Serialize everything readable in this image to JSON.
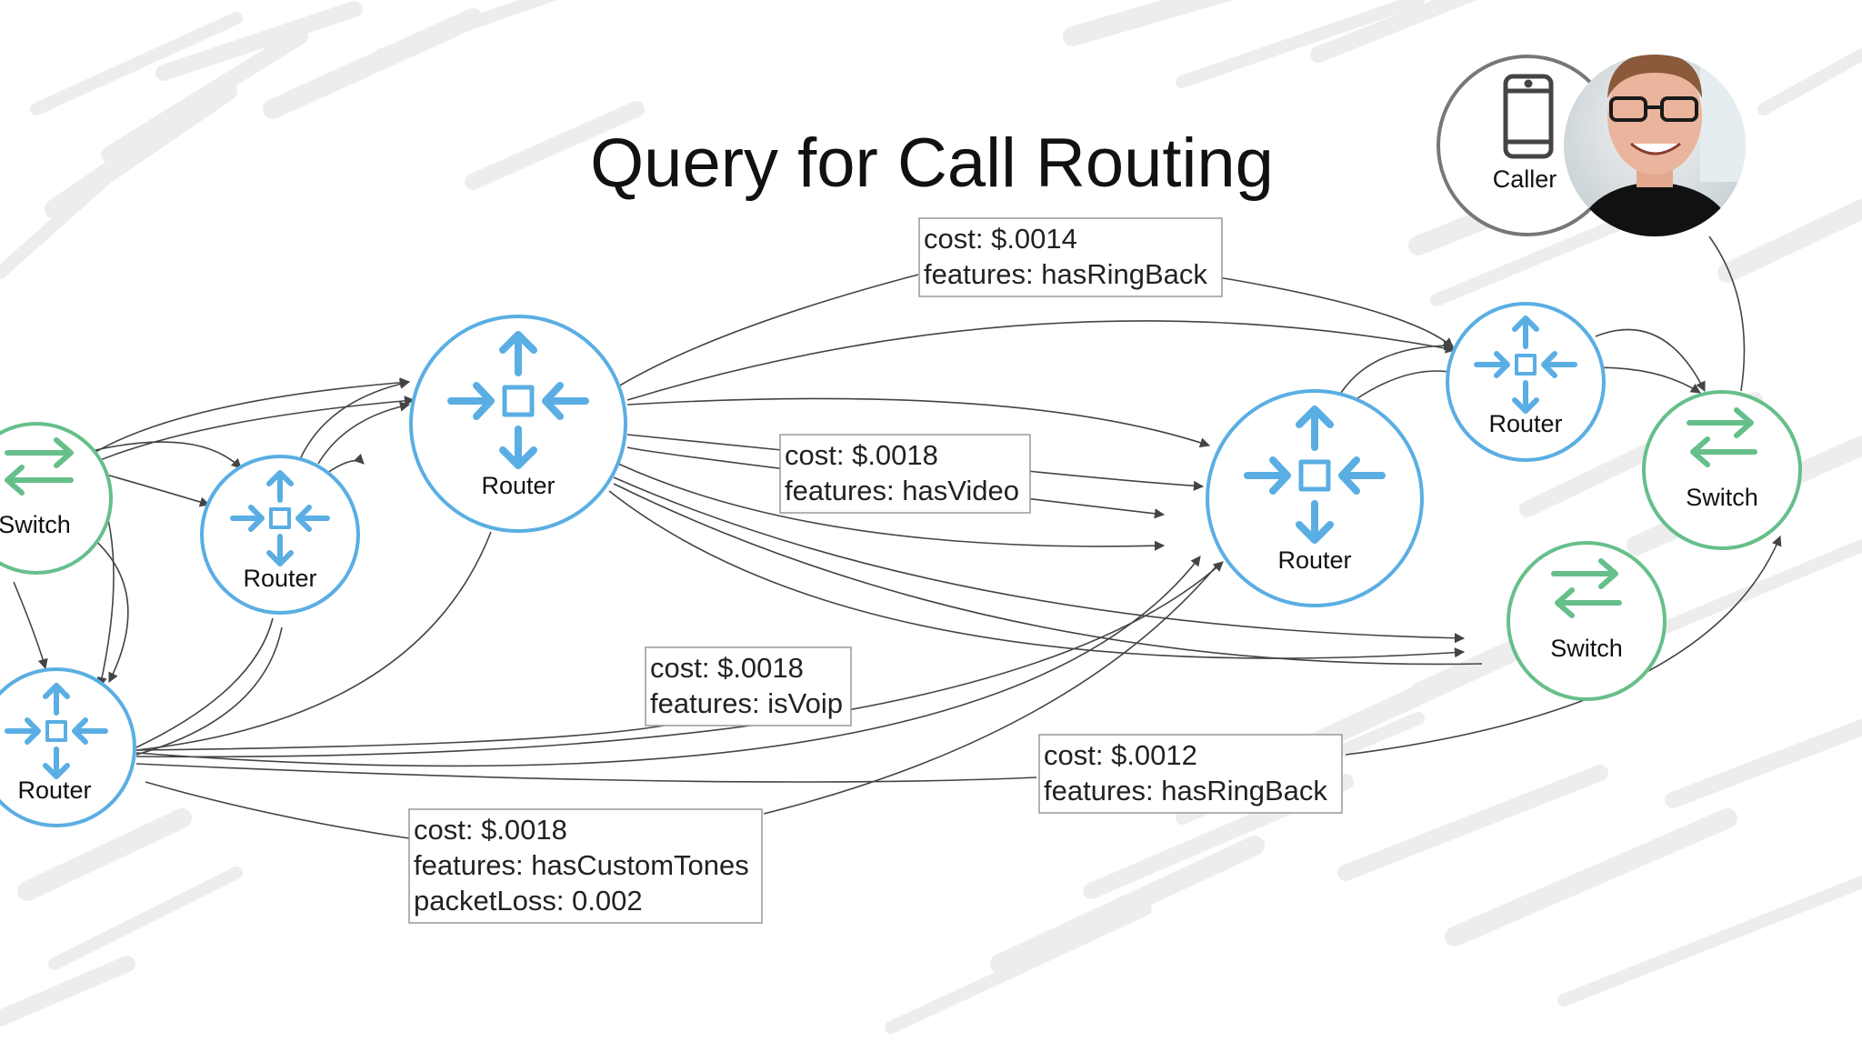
{
  "slide": {
    "title": "Query for Call Routing"
  },
  "colors": {
    "router": "#5aaee3",
    "switch": "#66bf8a",
    "caller": "#777777",
    "edge": "#444444",
    "stripes": "#ececec"
  },
  "caller": {
    "label": "Caller",
    "icon": "smartphone-icon"
  },
  "presenter": {
    "icon": "presenter-avatar"
  },
  "nodes": {
    "switch_left": {
      "label": "Switch"
    },
    "router_small_left": {
      "label": "Router"
    },
    "router_bottom_left": {
      "label": "Router"
    },
    "router_big_center": {
      "label": "Router"
    },
    "router_big_right": {
      "label": "Router"
    },
    "router_small_right": {
      "label": "Router"
    },
    "switch_right_top": {
      "label": "Switch"
    },
    "switch_right_bottom": {
      "label": "Switch"
    }
  },
  "edge_labels": [
    {
      "lines": [
        "cost: $.0014",
        "features: hasRingBack"
      ]
    },
    {
      "lines": [
        "cost: $.0018",
        "features: hasVideo"
      ]
    },
    {
      "lines": [
        "cost: $.0018",
        "features: isVoip"
      ]
    },
    {
      "lines": [
        "cost: $.0012",
        "features: hasRingBack"
      ]
    },
    {
      "lines": [
        "cost: $.0018",
        "features: hasCustomTones",
        "packetLoss: 0.002"
      ]
    }
  ]
}
